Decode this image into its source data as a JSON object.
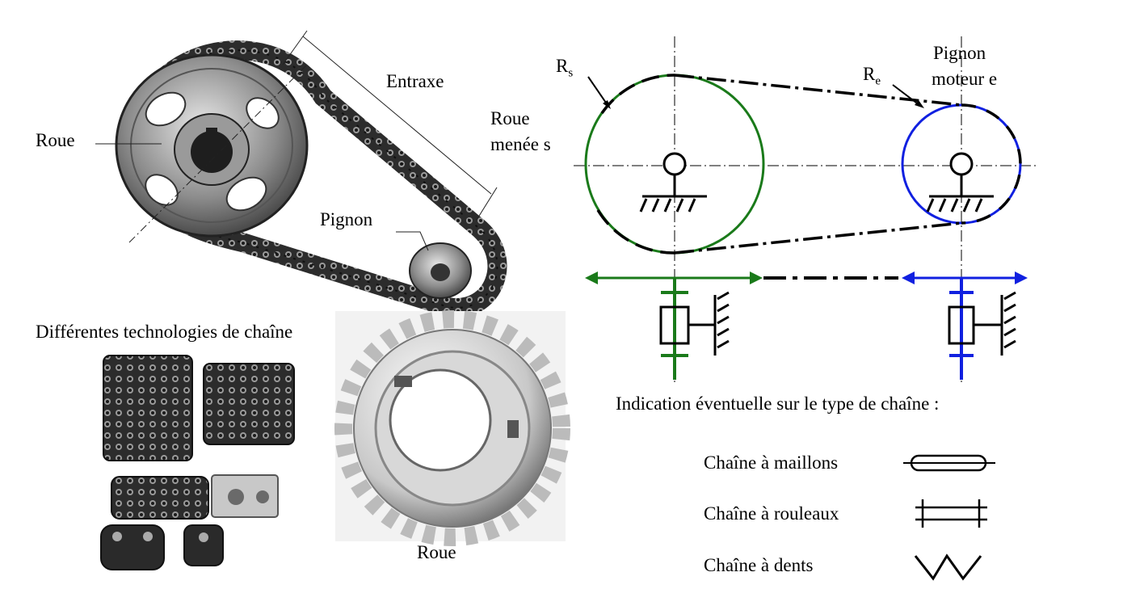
{
  "photo": {
    "entraxe": "Entraxe",
    "roue": "Roue",
    "pignon": "Pignon",
    "technologies": "Différentes technologies de chaîne",
    "roue_bottom": "Roue"
  },
  "schema": {
    "rs_main": "R",
    "rs_sub": "s",
    "re_main": "R",
    "re_sub": "e",
    "roue_menee_line1": "Roue",
    "roue_menee_line2": "menée s",
    "pignon_line1": "Pignon",
    "pignon_line2": "moteur e"
  },
  "legend": {
    "title": "Indication éventuelle sur le type de chaîne :",
    "items": [
      {
        "label": "Chaîne à maillons"
      },
      {
        "label": "Chaîne à rouleaux"
      },
      {
        "label": "Chaîne à dents"
      }
    ]
  },
  "colors": {
    "driven": "#1a7a1a",
    "driver": "#1020e0",
    "ink": "#000000",
    "steel_dark": "#3a3a3a",
    "steel_light": "#b8b8b8"
  }
}
